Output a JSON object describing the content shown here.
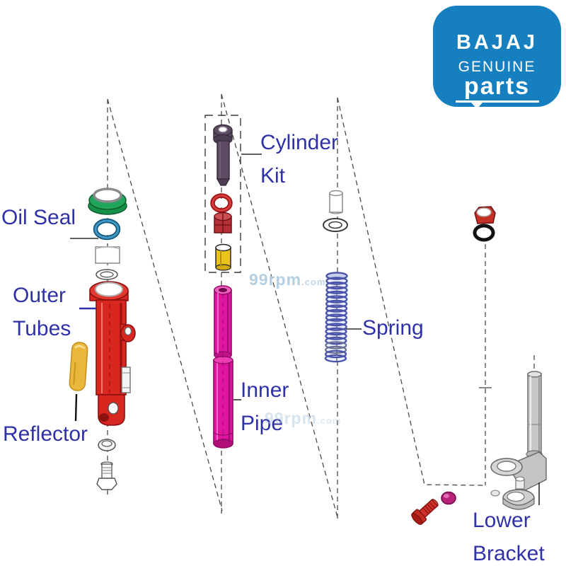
{
  "logo": {
    "brand": "BAJAJ",
    "line1": "GENUINE",
    "line2": "parts"
  },
  "watermark": {
    "name": "99rpm",
    "tld": ".com"
  },
  "labels": {
    "oil_seal": "Oil Seal",
    "outer_tubes": "Outer Tubes",
    "reflector": "Reflector",
    "cylinder_kit": "Cylinder Kit",
    "inner_pipe": "Inner Pipe",
    "spring": "Spring",
    "lower_bracket": "Lower Bracket"
  },
  "palette": {
    "label_text": "#2f31a8",
    "logo_blue": "#157fc0",
    "outer_tube_red": "#d8271f",
    "inner_pipe_magenta": "#e016a0",
    "spring_blue": "#4a55aa",
    "oil_seal_green": "#22a65c",
    "oil_seal_ring_blue": "#3f9ac2",
    "reflector_yellow": "#e9b73b",
    "cylinder_bolt_purple": "#5d4a63",
    "oring_red": "#c1221c",
    "cap_red": "#c23026",
    "nut_magenta": "#b8217c",
    "bracket_gray": "#cfcfcf",
    "watermark_blue": "#b5cfe2",
    "line_gray": "#4a4a4a"
  }
}
